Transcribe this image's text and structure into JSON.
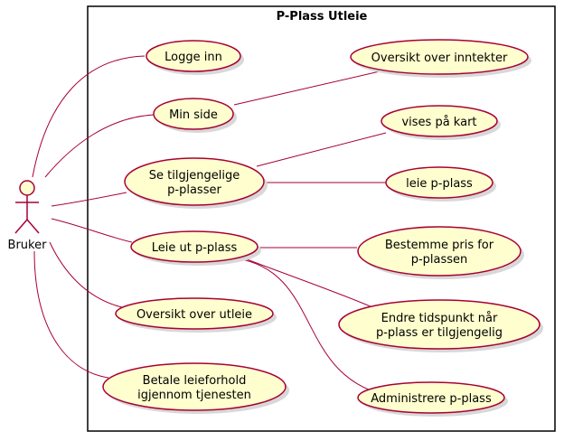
{
  "system": {
    "title": "P-Plass Utleie"
  },
  "actor": {
    "name": "Bruker"
  },
  "use_cases": {
    "logg_inn": [
      "Logge inn"
    ],
    "min_side": [
      "Min side"
    ],
    "oversikt_inntekter": [
      "Oversikt over inntekter"
    ],
    "se_tilgjengelige": [
      "Se tilgjengelige",
      "p-plasser"
    ],
    "vises_paa_kart": [
      "vises på kart"
    ],
    "leie_p_plass": [
      "leie p-plass"
    ],
    "leie_ut": [
      "Leie ut p-plass"
    ],
    "bestemme_pris": [
      "Bestemme pris for",
      "p-plassen"
    ],
    "endre_tidspunkt": [
      "Endre tidspunkt når",
      "p-plass er tilgjengelig"
    ],
    "administrere": [
      "Administrere p-plass"
    ],
    "oversikt_utleie": [
      "Oversikt over utleie"
    ],
    "betale": [
      "Betale leieforhold",
      "igjennom tjenesten"
    ]
  },
  "colors": {
    "usecase_fill": "#FEFECE",
    "usecase_border": "#A80036",
    "line": "#A80036",
    "frame": "#000000"
  }
}
